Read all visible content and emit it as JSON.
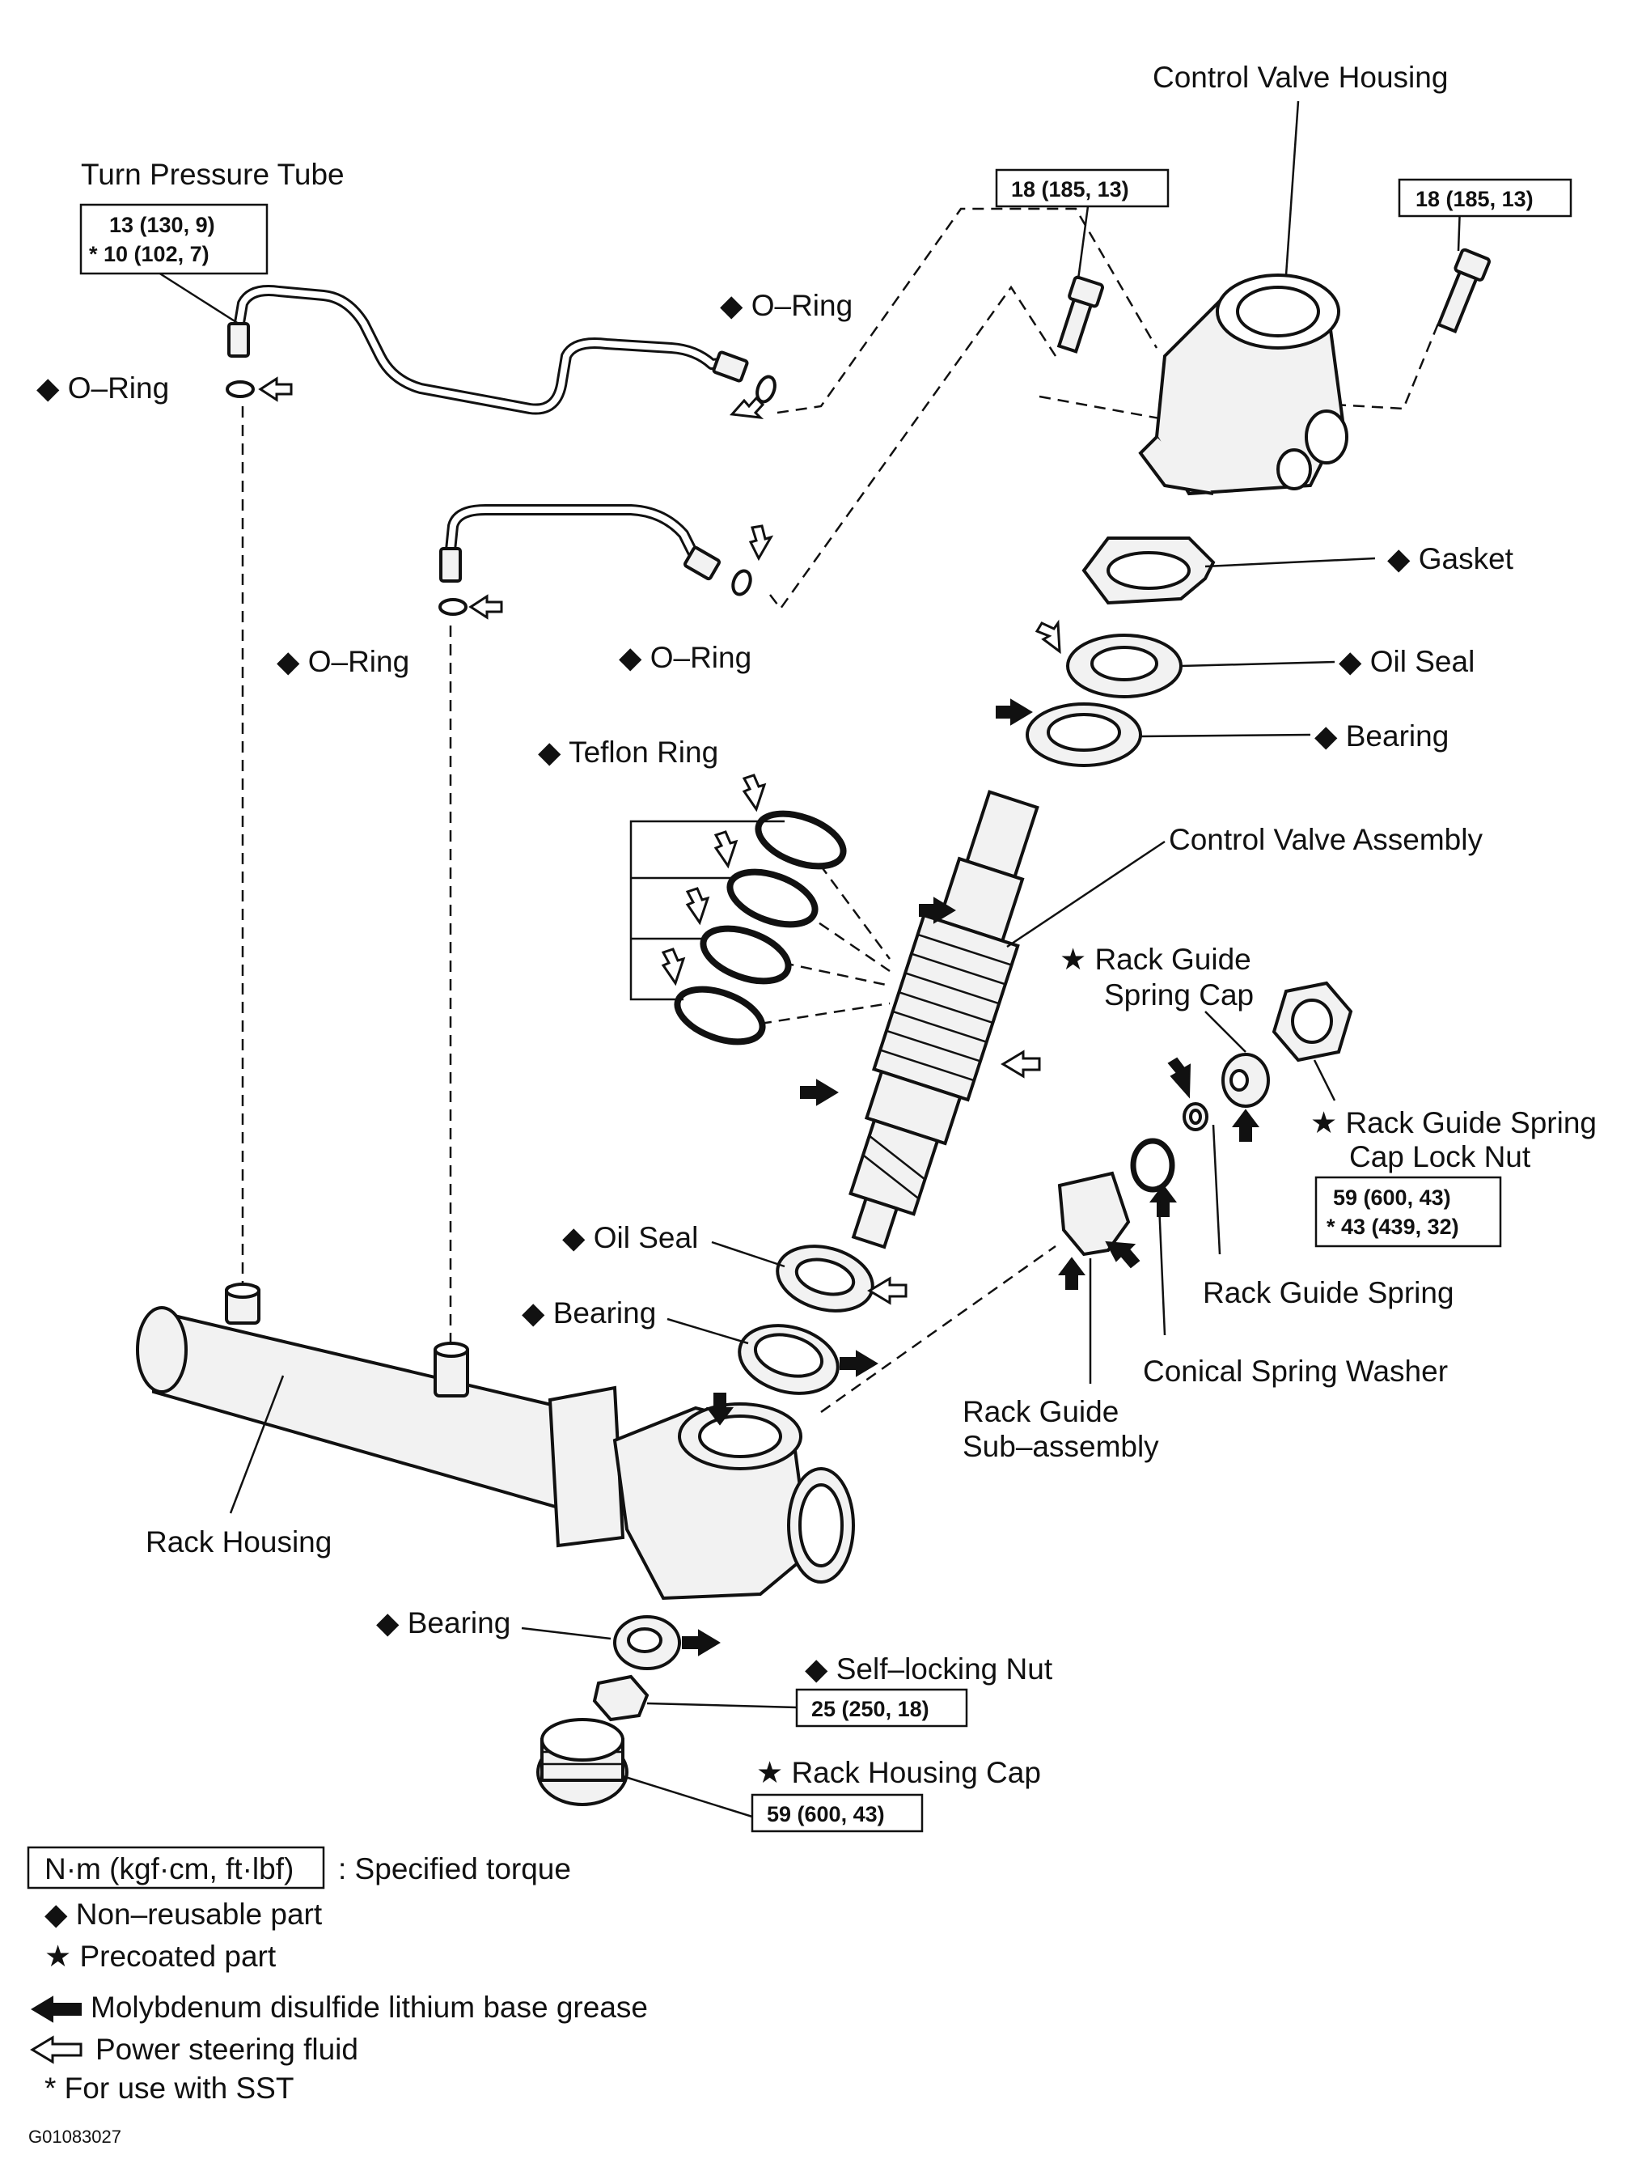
{
  "labels": {
    "turn_pressure_tube": "Turn Pressure Tube",
    "control_valve_housing": "Control Valve Housing",
    "o_ring_left": "◆ O–Ring",
    "o_ring_top": "◆ O–Ring",
    "o_ring_mid_left": "◆ O–Ring",
    "o_ring_mid": "◆ O–Ring",
    "gasket": "◆ Gasket",
    "oil_seal_upper": "◆ Oil Seal",
    "bearing_upper": "◆ Bearing",
    "teflon_ring": "◆ Teflon Ring",
    "control_valve_assembly": "Control Valve Assembly",
    "rack_guide_spring_cap_1": "★ Rack Guide",
    "rack_guide_spring_cap_2": "Spring Cap",
    "rack_guide_spring_cap_lock_nut_1": "★ Rack Guide Spring",
    "rack_guide_spring_cap_lock_nut_2": "Cap Lock Nut",
    "oil_seal_lower": "◆ Oil Seal",
    "bearing_mid": "◆ Bearing",
    "rack_guide_spring": "Rack Guide Spring",
    "conical_spring_washer": "Conical Spring Washer",
    "rack_guide_sub_assembly_1": "Rack Guide",
    "rack_guide_sub_assembly_2": "Sub–assembly",
    "rack_housing": "Rack Housing",
    "bearing_lower": "◆ Bearing",
    "self_locking_nut": "◆ Self–locking Nut",
    "rack_housing_cap": "★ Rack Housing Cap"
  },
  "torques": {
    "turn_tube_1": "13 (130, 9)",
    "turn_tube_2": "* 10 (102, 7)",
    "bolt_left": "18 (185, 13)",
    "bolt_right": "18 (185, 13)",
    "lock_nut_1": "59 (600, 43)",
    "lock_nut_2": "* 43 (439, 32)",
    "self_locking_nut": "25 (250, 18)",
    "rack_housing_cap": "59 (600, 43)"
  },
  "legend": {
    "torque_unit": "N·m (kgf·cm, ft·lbf)",
    "torque_desc": ": Specified torque",
    "non_reusable": "◆ Non–reusable part",
    "precoated": "★ Precoated part",
    "molybdenum": "Molybdenum disulfide lithium base grease",
    "power_steering_fluid": "Power steering fluid",
    "sst": "*  For use with SST"
  },
  "figure_id": "G01083027",
  "colors": {
    "ink": "#111111",
    "paper": "#ffffff",
    "part_fill": "#f2f2f2"
  }
}
